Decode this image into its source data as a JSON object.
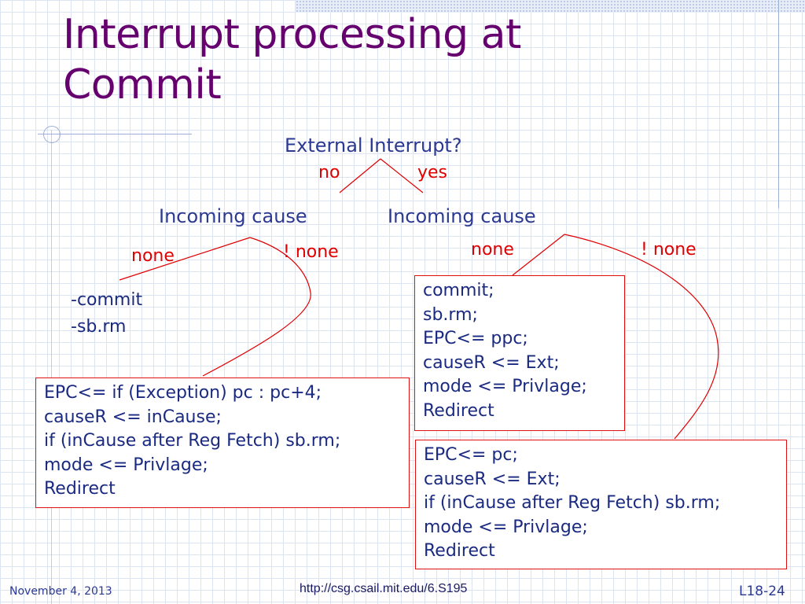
{
  "title": {
    "line1": "Interrupt processing at",
    "line2": "Commit"
  },
  "root": {
    "label": "External Interrupt?",
    "branch_no": "no",
    "branch_yes": "yes"
  },
  "left_node": {
    "label": "Incoming cause",
    "branch_none": "none",
    "branch_not_none": "! none",
    "none_actions": [
      "-commit",
      "-sb.rm"
    ],
    "box_lines": [
      "EPC<= if (Exception) pc : pc+4;",
      "causeR <= inCause;",
      "if (inCause after Reg Fetch) sb.rm;",
      "mode <= Privlage;",
      "Redirect"
    ]
  },
  "right_node": {
    "label": "Incoming cause",
    "branch_none": "none",
    "branch_not_none": "! none",
    "none_box_lines": [
      "commit;",
      "sb.rm;",
      "EPC<= ppc;",
      "causeR <= Ext;",
      "mode <= Privlage;",
      "Redirect"
    ],
    "box_lines": [
      "EPC<= pc;",
      "causeR <= Ext;",
      "if (inCause after Reg Fetch) sb.rm;",
      "mode <= Privlage;",
      "Redirect"
    ]
  },
  "footer": {
    "date": "November 4, 2013",
    "url": "http://csg.csail.mit.edu/6.S195",
    "slide": "L18-24"
  },
  "colors": {
    "title": "#66006e",
    "text": "#2b3990",
    "branch": "#e00000",
    "box_border": "#e01010"
  }
}
